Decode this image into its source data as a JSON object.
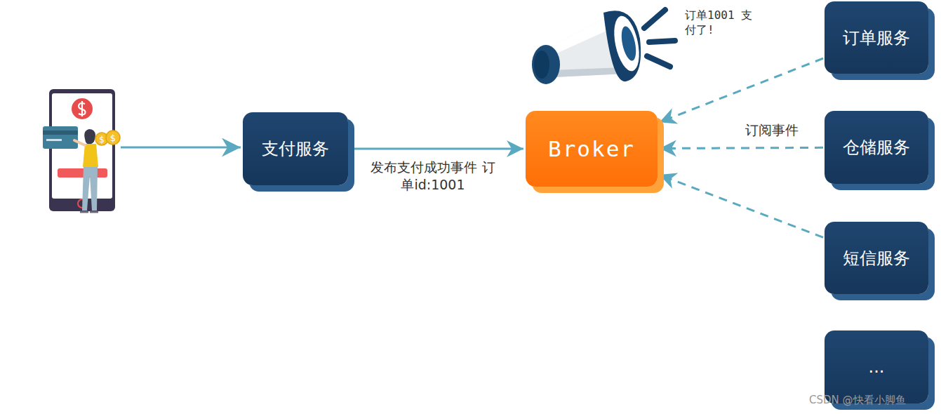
{
  "diagram": {
    "nodes": [
      {
        "text": [
          "支付服务"
        ]
      },
      {
        "text": [
          "Broker"
        ]
      },
      {
        "text": [
          "订单服务"
        ]
      },
      {
        "text": [
          "仓储服务"
        ]
      },
      {
        "text": [
          "短信服务"
        ]
      },
      {
        "text": [
          "..."
        ]
      }
    ],
    "edges": [
      {
        "from": 0,
        "to": 1,
        "arrow": "to",
        "label": "发布支付成功事件 订单id:1001"
      },
      {
        "from": 2,
        "to": 1,
        "arrow": "to"
      },
      {
        "from": 3,
        "to": 1,
        "arrow": "to",
        "label": "订阅事件"
      },
      {
        "from": 4,
        "to": 1,
        "arrow": "to"
      }
    ],
    "labels": [
      "订单1001 支付了!",
      "CSDN @快看小脚鱼"
    ]
  }
}
